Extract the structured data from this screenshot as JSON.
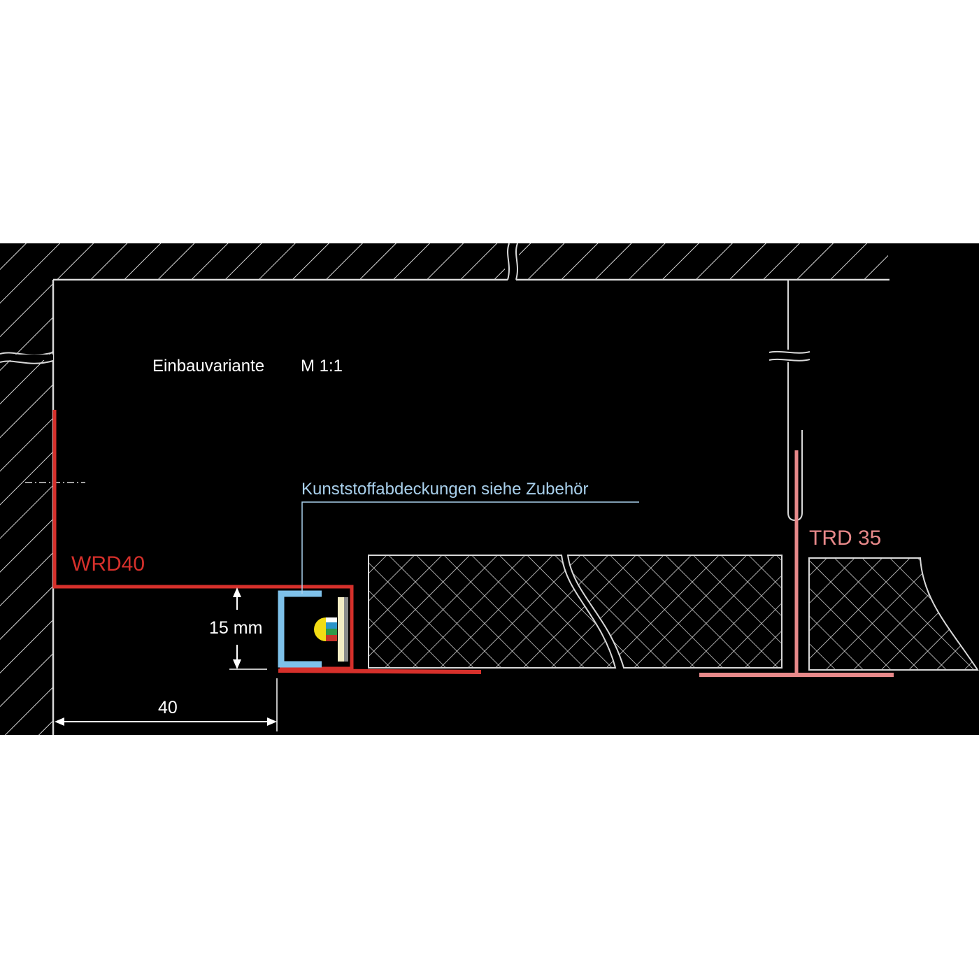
{
  "drawing": {
    "title": "Einbauvariante",
    "scale": "M 1:1",
    "colors": {
      "background": "#000000",
      "page": "#ffffff",
      "lines": "#d8d8d8",
      "wrd_profile": "#d6302b",
      "trd_profile": "#e8898a",
      "cover": "#7ec1ea",
      "cover_label": "#a9d0ec"
    },
    "labels": {
      "cover_note": "Kunststoffabdeckungen siehe Zubehör",
      "wrd_profile": "WRD40",
      "trd_profile": "TRD 35",
      "height_dim": "15 mm",
      "width_dim": "40"
    },
    "dimensions": {
      "height_mm": 15,
      "width_mm": 40
    }
  }
}
